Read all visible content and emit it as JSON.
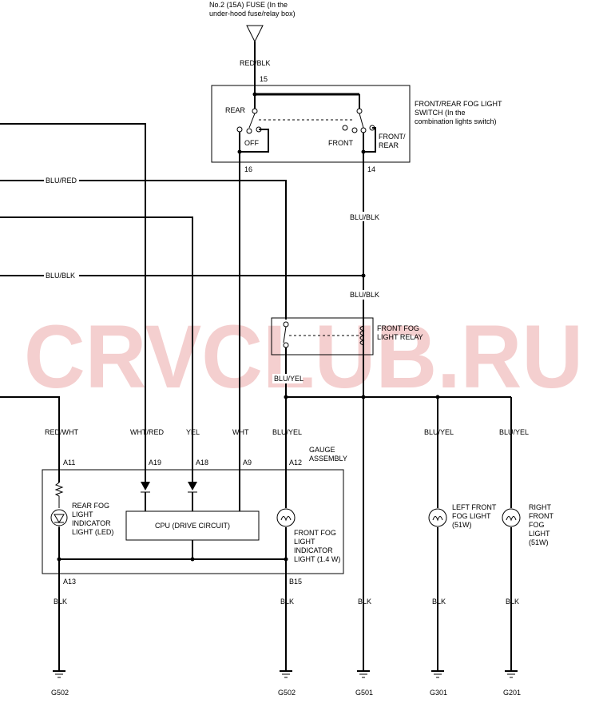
{
  "watermark": "CRVCLUB.RU",
  "fuse": {
    "label_line1": "No.2 (15A) FUSE (In the",
    "label_line2": "under-hood fuse/relay box)"
  },
  "switch": {
    "label_line1": "FRONT/REAR FOG LIGHT",
    "label_line2": "SWITCH (In the",
    "label_line3": "combination lights switch)",
    "pos_rear": "REAR",
    "pos_off": "OFF",
    "pos_front": "FRONT",
    "pos_front_rear_1": "FRONT/",
    "pos_front_rear_2": "REAR",
    "pin_in": "15",
    "pin_left": "16",
    "pin_right": "14"
  },
  "relay": {
    "label_line1": "FRONT FOG",
    "label_line2": "LIGHT RELAY"
  },
  "gauge": {
    "label_line1": "GAUGE",
    "label_line2": "ASSEMBLY",
    "cpu_label": "CPU (DRIVE CIRCUIT)",
    "rear_led": {
      "l1": "REAR FOG",
      "l2": "LIGHT",
      "l3": "INDICATOR",
      "l4": "LIGHT (LED)"
    },
    "front_ind": {
      "l1": "FRONT FOG",
      "l2": "LIGHT",
      "l3": "INDICATOR",
      "l4": "LIGHT (1.4 W)"
    },
    "pins": {
      "a11": "A11",
      "a19": "A19",
      "a18": "A18",
      "a9": "A9",
      "a12": "A12",
      "a13": "A13",
      "b15": "B15"
    }
  },
  "bulbs": {
    "left": {
      "l1": "LEFT FRONT",
      "l2": "FOG LIGHT",
      "l3": "(51W)"
    },
    "right": {
      "l1": "RIGHT",
      "l2": "FRONT",
      "l3": "FOG",
      "l4": "LIGHT",
      "l5": "(51W)"
    }
  },
  "wires": {
    "red_blk": "RED/BLK",
    "blu_red": "BLU/RED",
    "blu_blk_left": "BLU/BLK",
    "blu_blk_1": "BLU/BLK",
    "blu_blk_2": "BLU/BLK",
    "blu_yel_relay": "BLU/YEL",
    "red_wht": "RED/WHT",
    "wht_red": "WHT/RED",
    "yel": "YEL",
    "wht": "WHT",
    "blu_yel_1": "BLU/YEL",
    "blu_yel_2": "BLU/YEL",
    "blu_yel_3": "BLU/YEL",
    "blk_1": "BLK",
    "blk_2": "BLK",
    "blk_3": "BLK",
    "blk_4": "BLK",
    "blk_5": "BLK"
  },
  "grounds": {
    "g1": "G502",
    "g2": "G502",
    "g3": "G501",
    "g4": "G301",
    "g5": "G201"
  }
}
